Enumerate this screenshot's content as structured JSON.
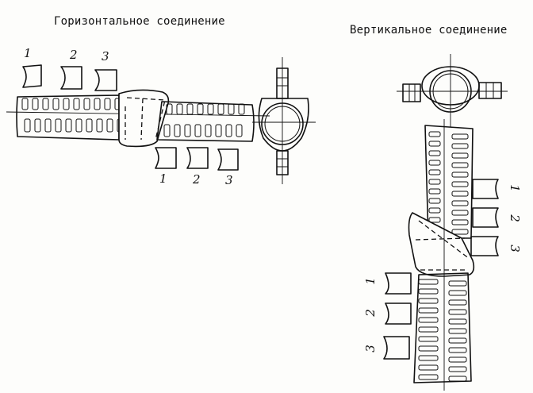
{
  "titles": {
    "horizontal": "Горизонтальное соединение",
    "vertical": "Вертикальное соединение"
  },
  "labels": {
    "h_top": [
      "1",
      "2",
      "3"
    ],
    "h_bottom": [
      "1",
      "2",
      "3"
    ],
    "v_right": [
      "1",
      "2",
      "3"
    ],
    "v_left": [
      "1",
      "2",
      "3"
    ]
  },
  "colors": {
    "ink": "#111111",
    "paper": "#fdfdfb"
  }
}
